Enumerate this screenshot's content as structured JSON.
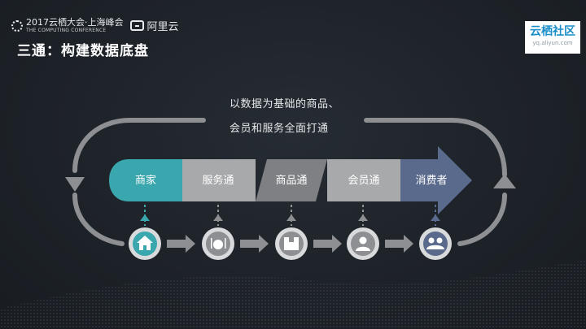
{
  "header": {
    "conference_title": "2017云栖大会·上海峰会",
    "conference_subtitle": "THE COMPUTING CONFERENCE",
    "brand": "阿里云"
  },
  "page_title": "三通：构建数据底盘",
  "community_badge": {
    "title": "云栖社区",
    "url": "yq.aliyun.com"
  },
  "caption": {
    "line1": "以数据为基础的商品、",
    "line2": "会员和服务全面打通"
  },
  "flow_segments": [
    {
      "label": "商家",
      "color": "#3aa6ad"
    },
    {
      "label": "服务通",
      "color": "#a8a9ab"
    },
    {
      "label": "商品通",
      "color": "#7e8083"
    },
    {
      "label": "会员通",
      "color": "#a8a9ab"
    },
    {
      "label": "消费者",
      "color": "#5a6a8c"
    }
  ],
  "nodes": [
    {
      "icon": "home-icon",
      "color": "#3aa6ad"
    },
    {
      "icon": "dining-icon",
      "color": "#8d8f92"
    },
    {
      "icon": "product-box-icon",
      "color": "#8d8f92"
    },
    {
      "icon": "member-person-icon",
      "color": "#8d8f92"
    },
    {
      "icon": "consumers-group-icon",
      "color": "#5a6a8c"
    }
  ]
}
